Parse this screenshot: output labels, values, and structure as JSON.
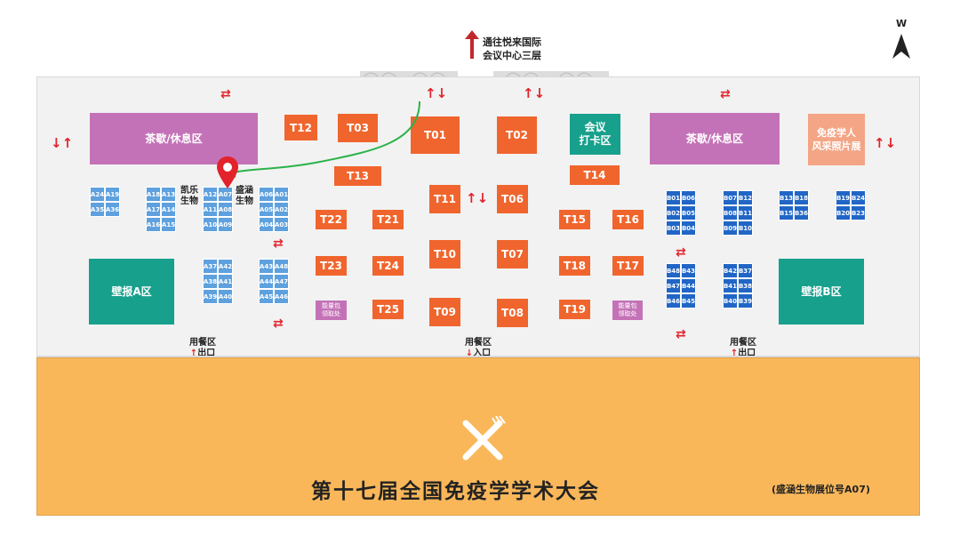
{
  "compass": {
    "label": "W"
  },
  "top_note": {
    "line1": "通往悦来国际",
    "line2": "会议中心三层"
  },
  "zones": {
    "tea_left": "茶歇/休息区",
    "tea_right": "茶歇/休息区",
    "checkin": {
      "line1": "会议",
      "line2": "打卡区"
    },
    "portrait": {
      "line1": "免疫学人",
      "line2": "风采照片展"
    },
    "poster_a": "壁报A区",
    "poster_b": "壁报B区",
    "lunch_left": {
      "line1": "能量包",
      "line2": "领取处"
    },
    "lunch_right": {
      "line1": "能量包",
      "line2": "领取处"
    }
  },
  "company_labels": {
    "kaile": {
      "line1": "凯乐",
      "line2": "生物"
    },
    "shenghan": {
      "line1": "盛涵",
      "line2": "生物"
    }
  },
  "t_booths": [
    "T12",
    "T03",
    "T01",
    "T02",
    "T14",
    "T13",
    "T11",
    "T06",
    "T22",
    "T21",
    "T15",
    "T16",
    "T10",
    "T07",
    "T23",
    "T24",
    "T18",
    "T17",
    "T25",
    "T09",
    "T08",
    "T19"
  ],
  "a_booths": [
    "A24",
    "A19",
    "A35",
    "A36",
    "A18",
    "A13",
    "A17",
    "A14",
    "A16",
    "A15",
    "A12",
    "A07",
    "A11",
    "A08",
    "A10",
    "A09",
    "A06",
    "A01",
    "A05",
    "A02",
    "A04",
    "A03",
    "A37",
    "A42",
    "A38",
    "A41",
    "A39",
    "A40",
    "A43",
    "A48",
    "A44",
    "A47",
    "A45",
    "A46"
  ],
  "b_booths": [
    "B01",
    "B06",
    "B02",
    "B05",
    "B03",
    "B04",
    "B07",
    "B12",
    "B08",
    "B11",
    "B09",
    "B10",
    "B13",
    "B18",
    "B15",
    "B36",
    "B19",
    "B24",
    "B20",
    "B23",
    "B48",
    "B43",
    "B47",
    "B44",
    "B46",
    "B45",
    "B42",
    "B37",
    "B41",
    "B38",
    "B40",
    "B39"
  ],
  "exits": {
    "left": {
      "line1": "用餐区",
      "line2": "出口"
    },
    "center": {
      "line1": "用餐区",
      "line2": "入口"
    },
    "right": {
      "line1": "用餐区",
      "line2": "出口"
    }
  },
  "footer": {
    "title": "第十七届全国免疫学学术大会",
    "note": "(盛涵生物展位号A07)"
  },
  "colors": {
    "accent": "#f0652d",
    "dining": "#f9b75a",
    "teal": "#17a08c",
    "purple": "#c472b7",
    "booth_a": "#5ea1de",
    "booth_b": "#2166c6",
    "pin": "#e2232b",
    "route": "#2bb34a"
  }
}
